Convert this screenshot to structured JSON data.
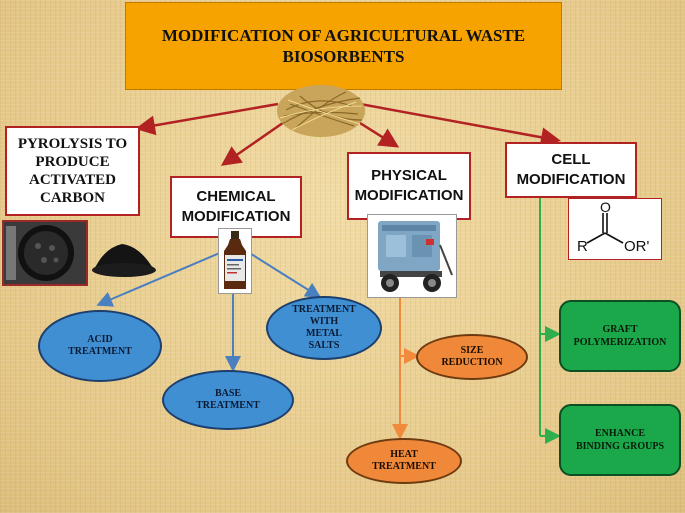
{
  "title": "MODIFICATION OF AGRICULTURAL WASTE\nBIOSORBENTS",
  "categories": {
    "pyrolysis": "PYROLYSIS TO\nPRODUCE\nACTIVATED\nCARBON",
    "chemical": "CHEMICAL\nMODIFICATION",
    "physical": "PHYSICAL\nMODIFICATION",
    "cell": "CELL\nMODIFICATION"
  },
  "chemical_methods": {
    "acid": "ACID\nTREATMENT",
    "base": "BASE\nTREATMENT",
    "metal_salts": "TREATMENT\nWITH\nMETAL\nSALTS"
  },
  "physical_methods": {
    "size": "SIZE\nREDUCTION",
    "heat": "HEAT\nTREATMENT"
  },
  "cell_methods": {
    "graft": "GRAFT\nPOLYMERIZATION",
    "binding": "ENHANCE\nBINDING GROUPS"
  },
  "ester_structure": {
    "r_left": "R",
    "o_top": "O",
    "o_right": "OR'"
  },
  "colors": {
    "title_fill": "#f6a300",
    "red_arrow": "#b22222",
    "blue_arrow": "#4a7fc0",
    "orange_arrow": "#f08a3c",
    "green_arrow": "#2fae4e"
  },
  "icons": [
    "rice-straw-image",
    "activated-carbon-image",
    "reagent-bottle-image",
    "grinder-machine-image",
    "ester-structure-image"
  ]
}
